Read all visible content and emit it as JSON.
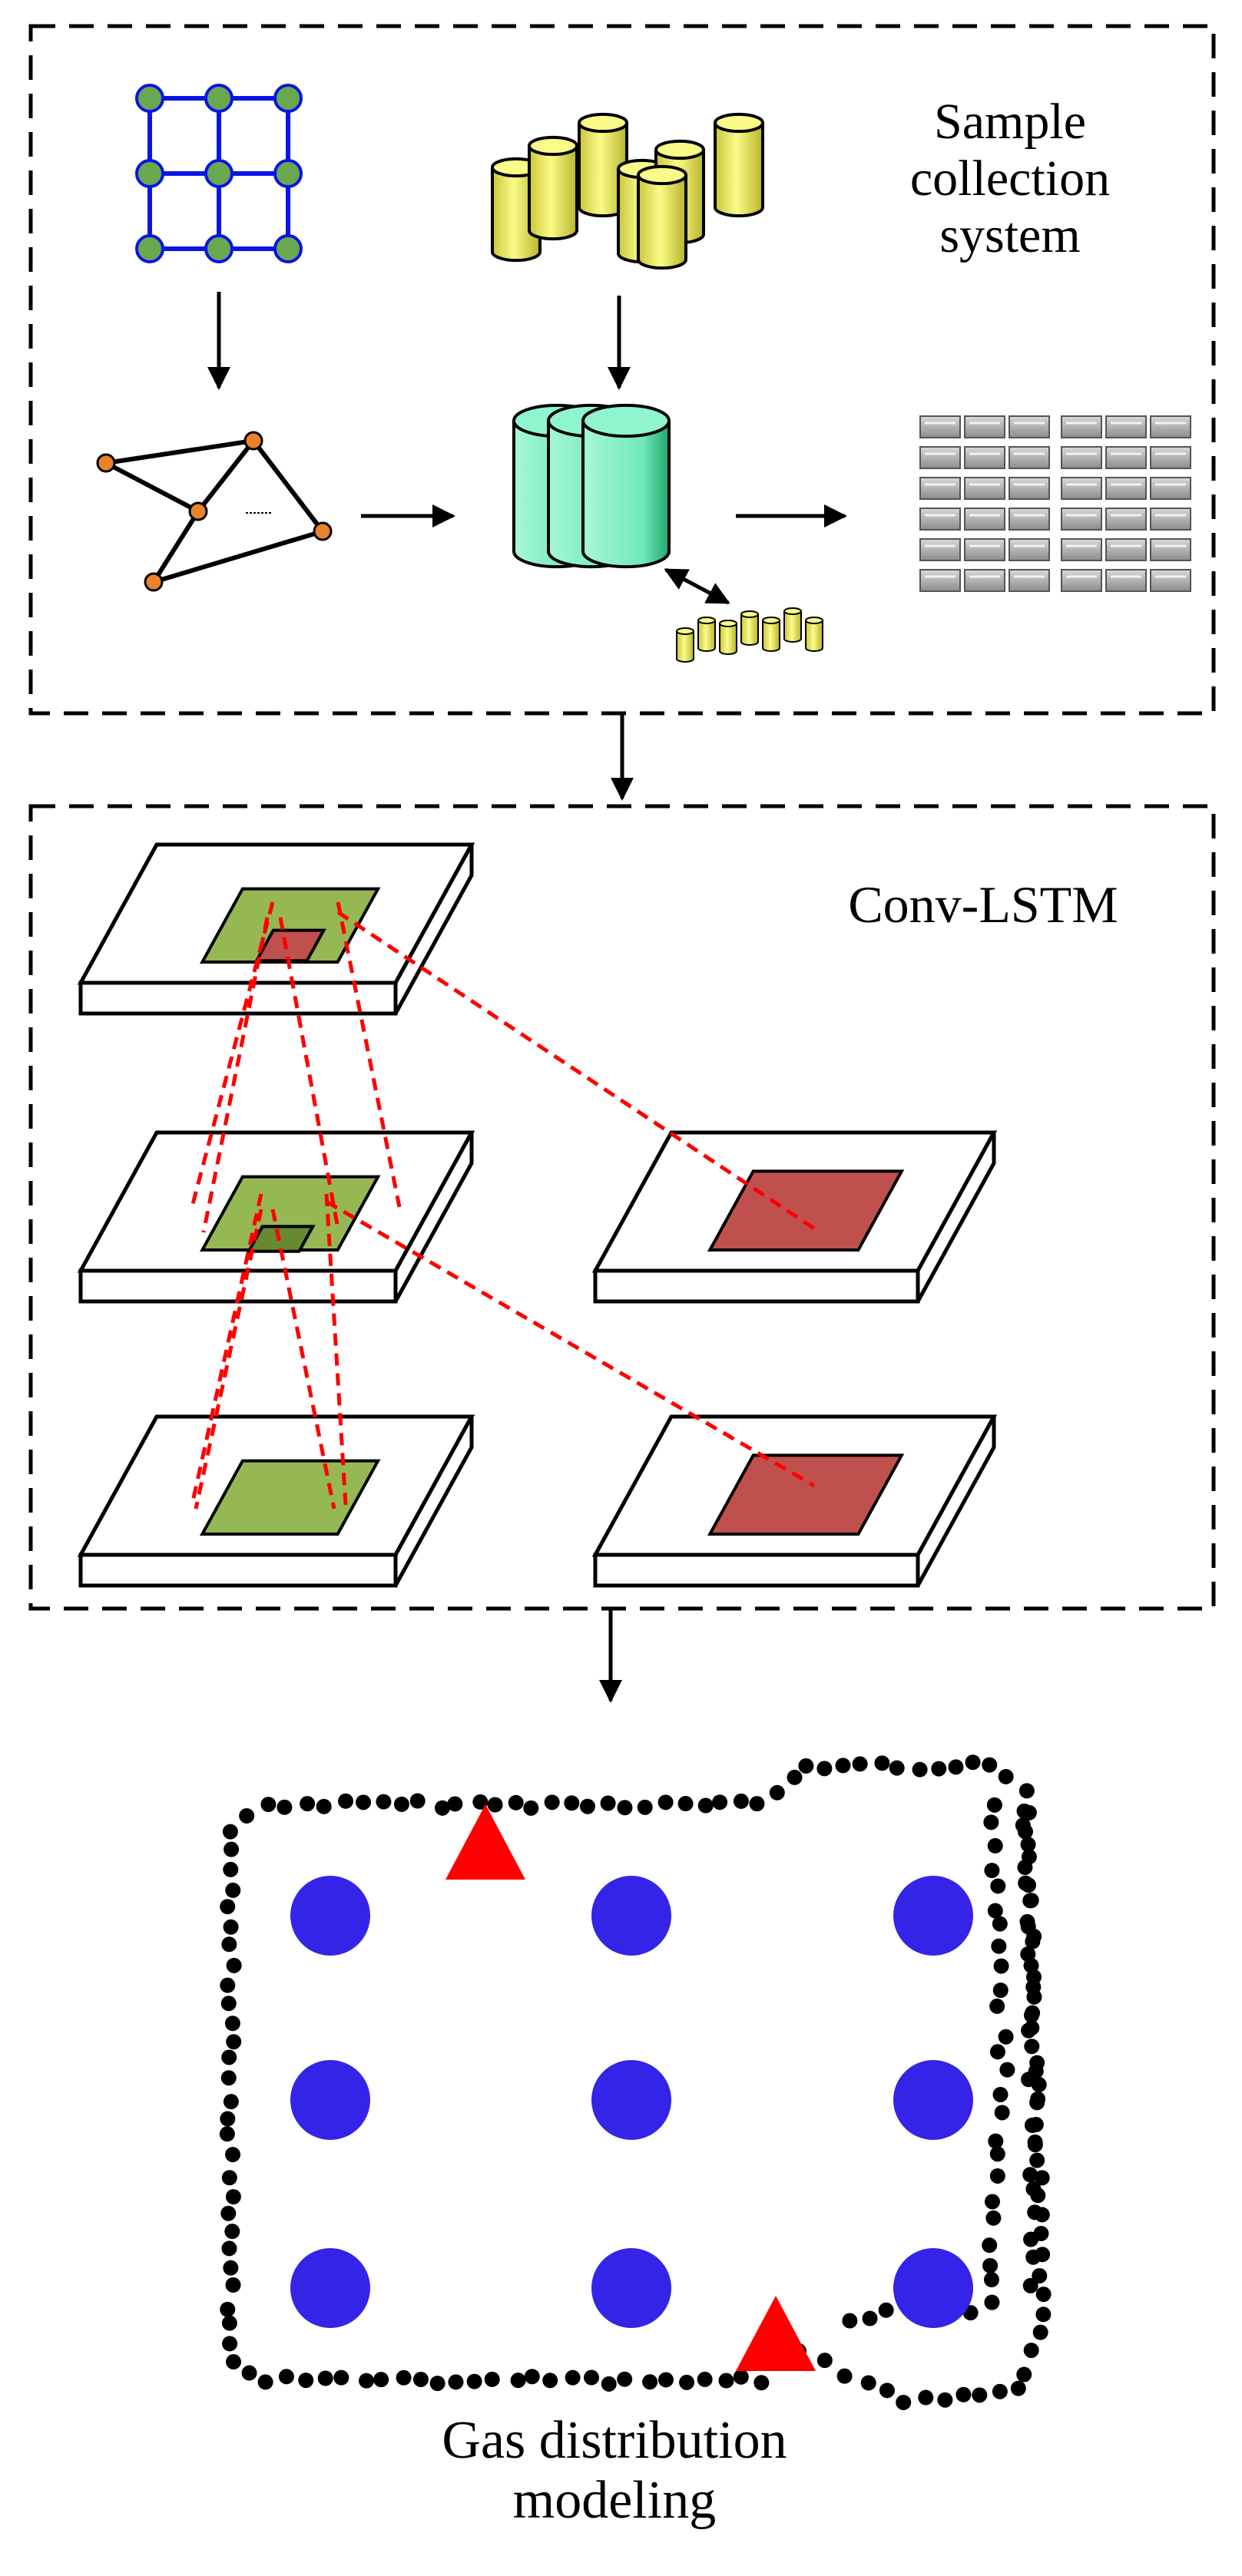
{
  "labels": {
    "sample_collection": [
      "Sample",
      "collection",
      "system"
    ],
    "conv_lstm": "Conv-LSTM",
    "gas_modeling": [
      "Gas distribution",
      "modeling"
    ]
  },
  "icons": {
    "sensor_grid": "sensor-grid-icon",
    "gas_cylinders": "gas-cylinder-group-icon",
    "sensor_network": "sensor-network-graph-icon",
    "database": "database-icon",
    "small_cylinders": "small-cylinder-group-icon",
    "servers": "server-rack-grid-icon",
    "conv_layers": "conv-lstm-layer-icon",
    "gas_sources": "gas-source-triangle-icon",
    "sensor_nodes": "sensor-node-circle-icon",
    "boundary": "boundary-dot-outline-icon"
  },
  "colors": {
    "grid_line": "#0a14e6",
    "grid_node": "#6aa84f",
    "cylinder_fill": "#f2ef5a",
    "cylinder_top": "#fbfb8a",
    "network_node": "#e9822a",
    "database_fill": "#7ff0c8",
    "database_dark": "#1ea86c",
    "server_fill": "#a6a6a6",
    "layer_green": "#96b854",
    "layer_red": "#c0504d",
    "projection_line": "#ff0000",
    "sensor_blue": "#3324e8",
    "source_red": "#ff0000",
    "boundary_dot": "#000000"
  }
}
